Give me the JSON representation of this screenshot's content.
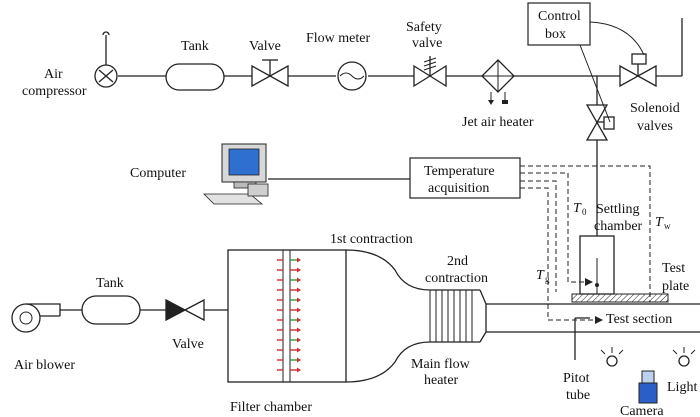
{
  "labels": {
    "air_compressor_1": "Air",
    "air_compressor_2": "compressor",
    "tank_top": "Tank",
    "valve_top": "Valve",
    "flow_meter": "Flow meter",
    "safety_valve_1": "Safety",
    "safety_valve_2": "valve",
    "control_box_1": "Control",
    "control_box_2": "box",
    "solenoid_1": "Solenoid",
    "solenoid_2": "valves",
    "jet_air_heater": "Jet air heater",
    "computer": "Computer",
    "temp_acq_1": "Temperature",
    "temp_acq_2": "acquisition",
    "t0_main": "T",
    "t0_sub": "0",
    "settling_1": "Settling",
    "settling_2": "chamber",
    "tw_main": "T",
    "tw_sub": "w",
    "first_contraction": "1st contraction",
    "second_contraction_1": "2nd",
    "second_contraction_2": "contraction",
    "tg_main": "T",
    "tg_sub": "g",
    "test_plate_1": "Test",
    "test_plate_2": "plate",
    "test_section": "Test section",
    "tank_bottom": "Tank",
    "valve_bottom": "Valve",
    "air_blower": "Air blower",
    "main_flow_heater_1": "Main flow",
    "main_flow_heater_2": "heater",
    "pitot_1": "Pitot",
    "pitot_2": "tube",
    "light": "Light",
    "camera": "Camera",
    "filter_chamber": "Filter chamber"
  },
  "colors": {
    "line": "#222222",
    "arrow_red": "#d42a2a",
    "arrow_green": "#2e9a3e",
    "camera_blue": "#2a5fc7",
    "screen_blue": "#2f6fd0"
  }
}
